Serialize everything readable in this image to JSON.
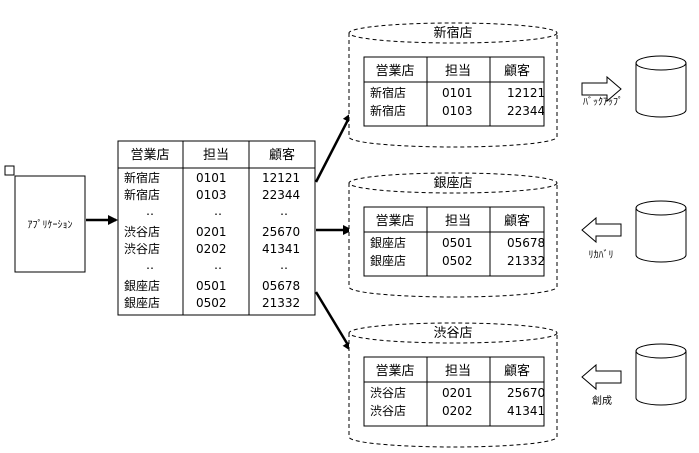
{
  "application": {
    "label": "ｱﾌﾟﾘｹｰｼｮﾝ"
  },
  "central_table": {
    "headers": [
      "営業店",
      "担当",
      "顧客"
    ],
    "rows": [
      [
        "新宿店",
        "0101",
        "12121"
      ],
      [
        "新宿店",
        "0103",
        "22344"
      ],
      [
        "‥",
        "‥",
        "‥"
      ],
      [
        "渋谷店",
        "0201",
        "25670"
      ],
      [
        "渋谷店",
        "0202",
        "41341"
      ],
      [
        "‥",
        "‥",
        "‥"
      ],
      [
        "銀座店",
        "0501",
        "05678"
      ],
      [
        "銀座店",
        "0502",
        "21332"
      ]
    ]
  },
  "databases": [
    {
      "name": "新宿店",
      "headers": [
        "営業店",
        "担当",
        "顧客"
      ],
      "rows": [
        [
          "新宿店",
          "0101",
          "12121"
        ],
        [
          "新宿店",
          "0103",
          "22344"
        ]
      ],
      "side_label": "ﾊﾞｯｸｱｯﾌﾟ",
      "arrow_direction": "right"
    },
    {
      "name": "銀座店",
      "headers": [
        "営業店",
        "担当",
        "顧客"
      ],
      "rows": [
        [
          "銀座店",
          "0501",
          "05678"
        ],
        [
          "銀座店",
          "0502",
          "21332"
        ]
      ],
      "side_label": "ﾘｶﾊﾞﾘ",
      "arrow_direction": "left"
    },
    {
      "name": "渋谷店",
      "headers": [
        "営業店",
        "担当",
        "顧客"
      ],
      "rows": [
        [
          "渋谷店",
          "0201",
          "25670"
        ],
        [
          "渋谷店",
          "0202",
          "41341"
        ]
      ],
      "side_label": "創成",
      "arrow_direction": "left"
    }
  ]
}
